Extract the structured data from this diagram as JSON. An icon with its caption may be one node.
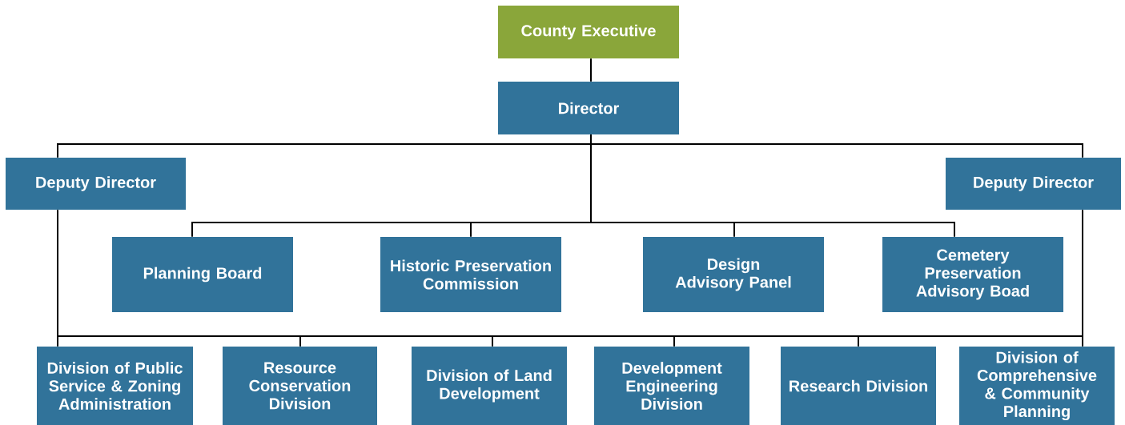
{
  "diagram": {
    "nodes": [
      {
        "text": [
          "County Executive"
        ]
      },
      {
        "text": [
          "Director"
        ]
      },
      {
        "text": [
          "Deputy Director"
        ]
      },
      {
        "text": [
          "Deputy Director"
        ]
      },
      {
        "text": [
          "Planning Board"
        ]
      },
      {
        "text": [
          "Historic Preservation Commission"
        ]
      },
      {
        "text": [
          "Design Advisory Panel"
        ]
      },
      {
        "text": [
          "Cemetery Preservation Advisory Boad"
        ]
      },
      {
        "text": [
          "Division of Public Service & Zoning Administration"
        ]
      },
      {
        "text": [
          "Resource Conservation Division"
        ]
      },
      {
        "text": [
          "Division of Land Development"
        ]
      },
      {
        "text": [
          "Development Engineering Division"
        ]
      },
      {
        "text": [
          "Research Division"
        ]
      },
      {
        "text": [
          "Division of Comprehensive & Community Planning"
        ]
      }
    ],
    "edges": [
      {
        "from": 0,
        "to": 1,
        "arrow": "none"
      },
      {
        "from": 1,
        "to": 2,
        "arrow": "none"
      },
      {
        "from": 1,
        "to": 3,
        "arrow": "none"
      },
      {
        "from": 1,
        "to": 4,
        "arrow": "none"
      },
      {
        "from": 1,
        "to": 5,
        "arrow": "none"
      },
      {
        "from": 1,
        "to": 6,
        "arrow": "none"
      },
      {
        "from": 1,
        "to": 7,
        "arrow": "none"
      },
      {
        "from": 2,
        "to": 8,
        "arrow": "none"
      },
      {
        "from": 2,
        "to": 9,
        "arrow": "none"
      },
      {
        "from": 2,
        "to": 10,
        "arrow": "none"
      },
      {
        "from": 2,
        "to": 11,
        "arrow": "none"
      },
      {
        "from": 2,
        "to": 12,
        "arrow": "none"
      },
      {
        "from": 2,
        "to": 13,
        "arrow": "none"
      },
      {
        "from": 3,
        "to": 8,
        "arrow": "none"
      },
      {
        "from": 3,
        "to": 9,
        "arrow": "none"
      },
      {
        "from": 3,
        "to": 10,
        "arrow": "none"
      },
      {
        "from": 3,
        "to": 11,
        "arrow": "none"
      },
      {
        "from": 3,
        "to": 12,
        "arrow": "none"
      },
      {
        "from": 3,
        "to": 13,
        "arrow": "none"
      }
    ]
  }
}
